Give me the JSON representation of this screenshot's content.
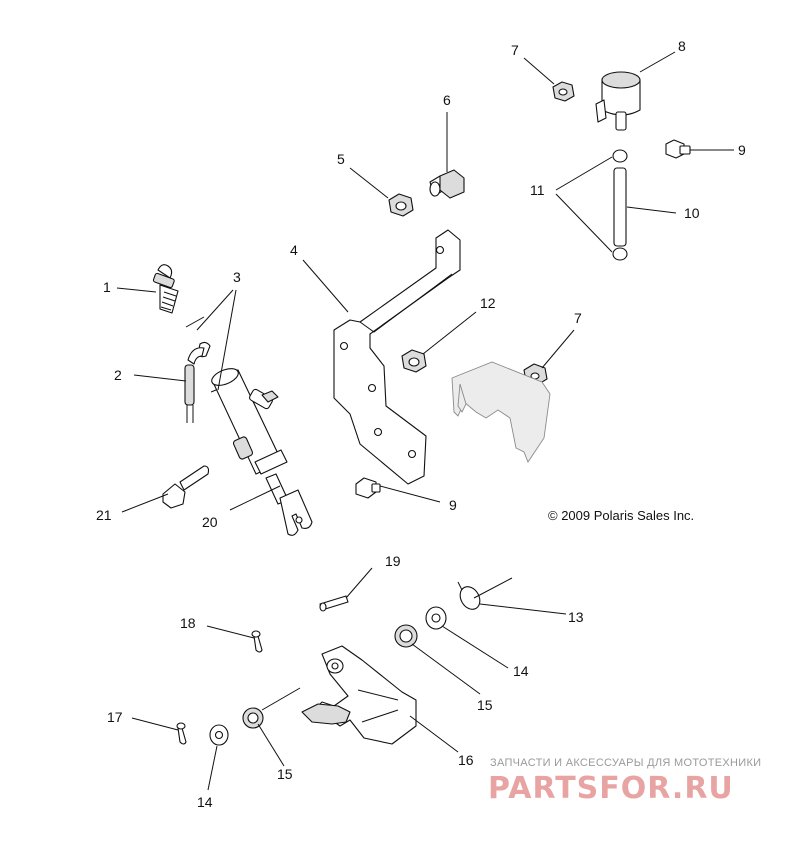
{
  "callouts": [
    {
      "id": "c1",
      "label": "1"
    },
    {
      "id": "c2",
      "label": "2"
    },
    {
      "id": "c3",
      "label": "3"
    },
    {
      "id": "c4",
      "label": "4"
    },
    {
      "id": "c5",
      "label": "5"
    },
    {
      "id": "c6",
      "label": "6"
    },
    {
      "id": "c7a",
      "label": "7"
    },
    {
      "id": "c7b",
      "label": "7"
    },
    {
      "id": "c8",
      "label": "8"
    },
    {
      "id": "c9a",
      "label": "9"
    },
    {
      "id": "c9b",
      "label": "9"
    },
    {
      "id": "c10",
      "label": "10"
    },
    {
      "id": "c11",
      "label": "11"
    },
    {
      "id": "c12",
      "label": "12"
    },
    {
      "id": "c13",
      "label": "13"
    },
    {
      "id": "c14a",
      "label": "14"
    },
    {
      "id": "c14b",
      "label": "14"
    },
    {
      "id": "c15a",
      "label": "15"
    },
    {
      "id": "c15b",
      "label": "15"
    },
    {
      "id": "c16",
      "label": "16"
    },
    {
      "id": "c17",
      "label": "17"
    },
    {
      "id": "c18",
      "label": "18"
    },
    {
      "id": "c19",
      "label": "19"
    },
    {
      "id": "c20",
      "label": "20"
    },
    {
      "id": "c21",
      "label": "21"
    }
  ],
  "copyright": "© 2009 Polaris Sales Inc.",
  "watermark": {
    "tagline": "ЗАПЧАСТИ И АКСЕССУАРЫ ДЛЯ МОТОТЕХНИКИ",
    "brand": "PARTSFOR.RU"
  }
}
